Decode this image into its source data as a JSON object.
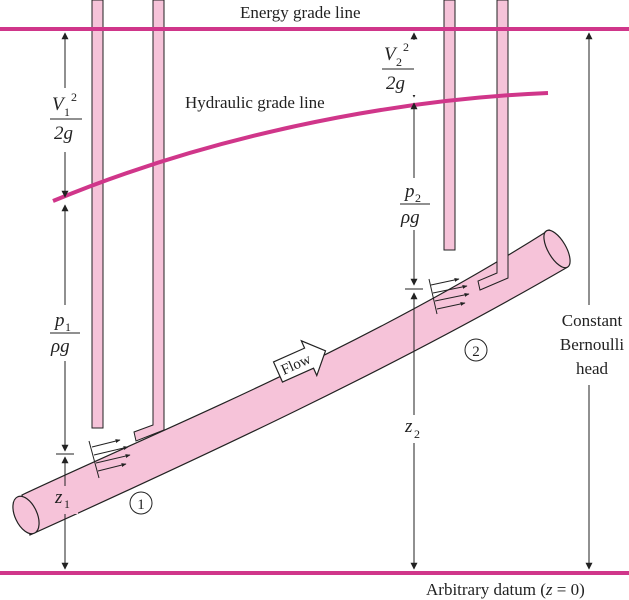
{
  "labels": {
    "energy_grade_line": "Energy grade line",
    "hydraulic_grade_line": "Hydraulic grade line",
    "constant_line1": "Constant",
    "constant_line2": "Bernoulli",
    "constant_line3": "head",
    "datum_prefix": "Arbitrary datum (",
    "datum_var": "z",
    "datum_suffix": " = 0)",
    "flow": "Flow",
    "station1": "1",
    "station2": "2"
  },
  "terms": {
    "v1_num": "V",
    "v1_sub": "1",
    "v1_sup": "2",
    "v1_den": "2g",
    "v2_num": "V",
    "v2_sub": "2",
    "v2_sup": "2",
    "v2_den": "2g",
    "p1_num": "p",
    "p1_sub": "1",
    "p1_den": "ρg",
    "p2_num": "p",
    "p2_sub": "2",
    "p2_den": "ρg",
    "z1": "z",
    "z1_sub": "1",
    "z2": "z",
    "z2_sub": "2"
  },
  "colors": {
    "grade_line": "#d0368a",
    "pipe_fill": "#f6c3d9",
    "pipe_stroke": "#222222"
  }
}
